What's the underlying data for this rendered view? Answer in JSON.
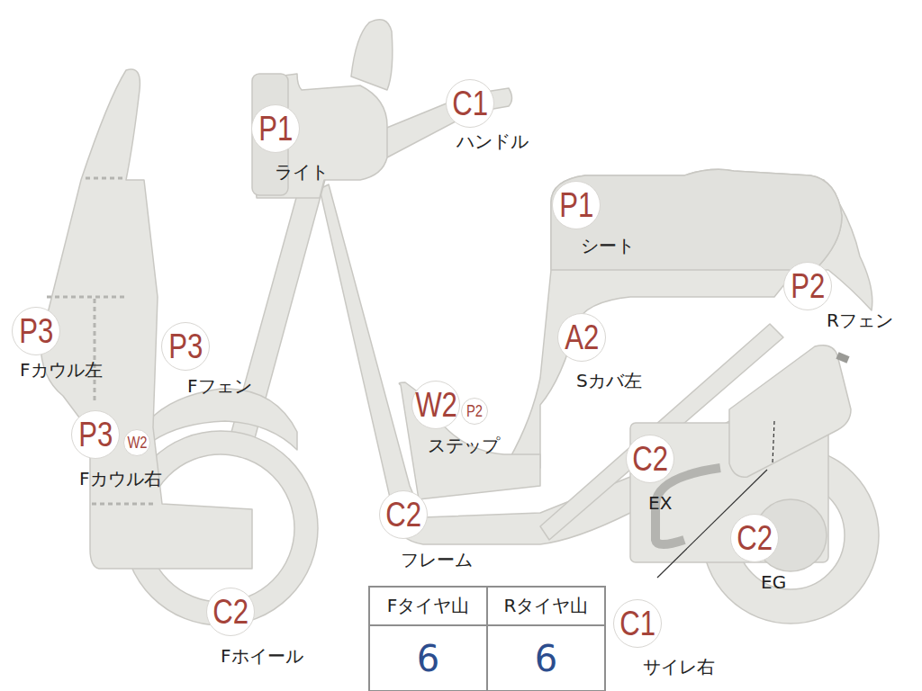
{
  "diagram": {
    "nodes": [
      {
        "text": [
          "P1",
          "ライト"
        ]
      },
      {
        "text": [
          "C1",
          "ハンドル"
        ]
      },
      {
        "text": [
          "P1",
          "シート"
        ]
      },
      {
        "text": [
          "P2",
          "Rフェン"
        ]
      },
      {
        "text": [
          "P3",
          "Fカウル左"
        ]
      },
      {
        "text": [
          "P3",
          "Fフェン"
        ]
      },
      {
        "text": [
          "A2",
          "Sカバ左"
        ]
      },
      {
        "text": [
          "W2",
          "ステップ"
        ]
      },
      {
        "text": [
          "P2"
        ]
      },
      {
        "text": [
          "P3",
          "Fカウル右"
        ]
      },
      {
        "text": [
          "W2"
        ]
      },
      {
        "text": [
          "C2",
          "EX"
        ]
      },
      {
        "text": [
          "C2",
          "フレーム"
        ]
      },
      {
        "text": [
          "C2",
          "EG"
        ]
      },
      {
        "text": [
          "C2",
          "Fホイール"
        ]
      },
      {
        "text": [
          "C1",
          "サイレ右"
        ]
      }
    ],
    "labels": [
      "Fタイヤ山",
      "Rタイヤ山",
      "6",
      "6"
    ]
  }
}
